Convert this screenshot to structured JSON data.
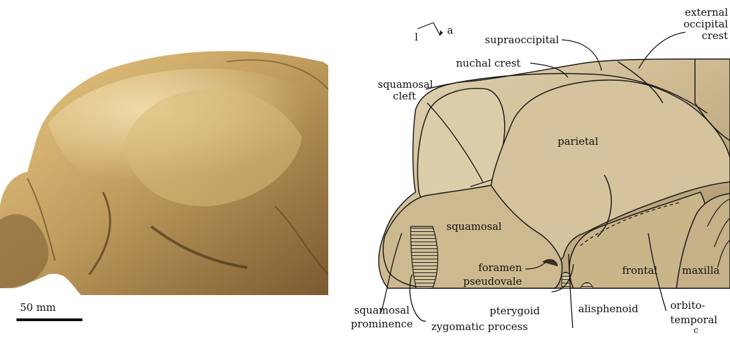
{
  "scale_bar": {
    "label": "50 mm"
  },
  "orientation": {
    "left_label": "l",
    "anterior_label": "a"
  },
  "labels": {
    "supraoccipital": "supraoccipital",
    "external_occipital_crest": [
      "external",
      "occipital",
      "crest"
    ],
    "nuchal_crest": "nuchal crest",
    "squamosal_cleft": [
      "squamosal",
      "cleft"
    ],
    "parietal": "parietal",
    "squamosal": "squamosal",
    "foramen_pseudovale": [
      "foramen",
      "pseudovale"
    ],
    "pterygoid": "pterygoid",
    "alisphenoid": "alisphenoid",
    "frontal": "frontal",
    "maxilla": "maxilla",
    "orbitotemporal": [
      "orbito-",
      "temporal",
      "c"
    ],
    "squamosal_prominence": [
      "squamosal",
      "prominence"
    ],
    "zygomatic_process": "zygomatic process"
  },
  "colors": {
    "bone_light": "#d8c8a4",
    "bone_mid": "#c2ad82",
    "bone_dark": "#8c7650",
    "photo_bone": "#b8935a",
    "outline": "#1a1a1a"
  }
}
